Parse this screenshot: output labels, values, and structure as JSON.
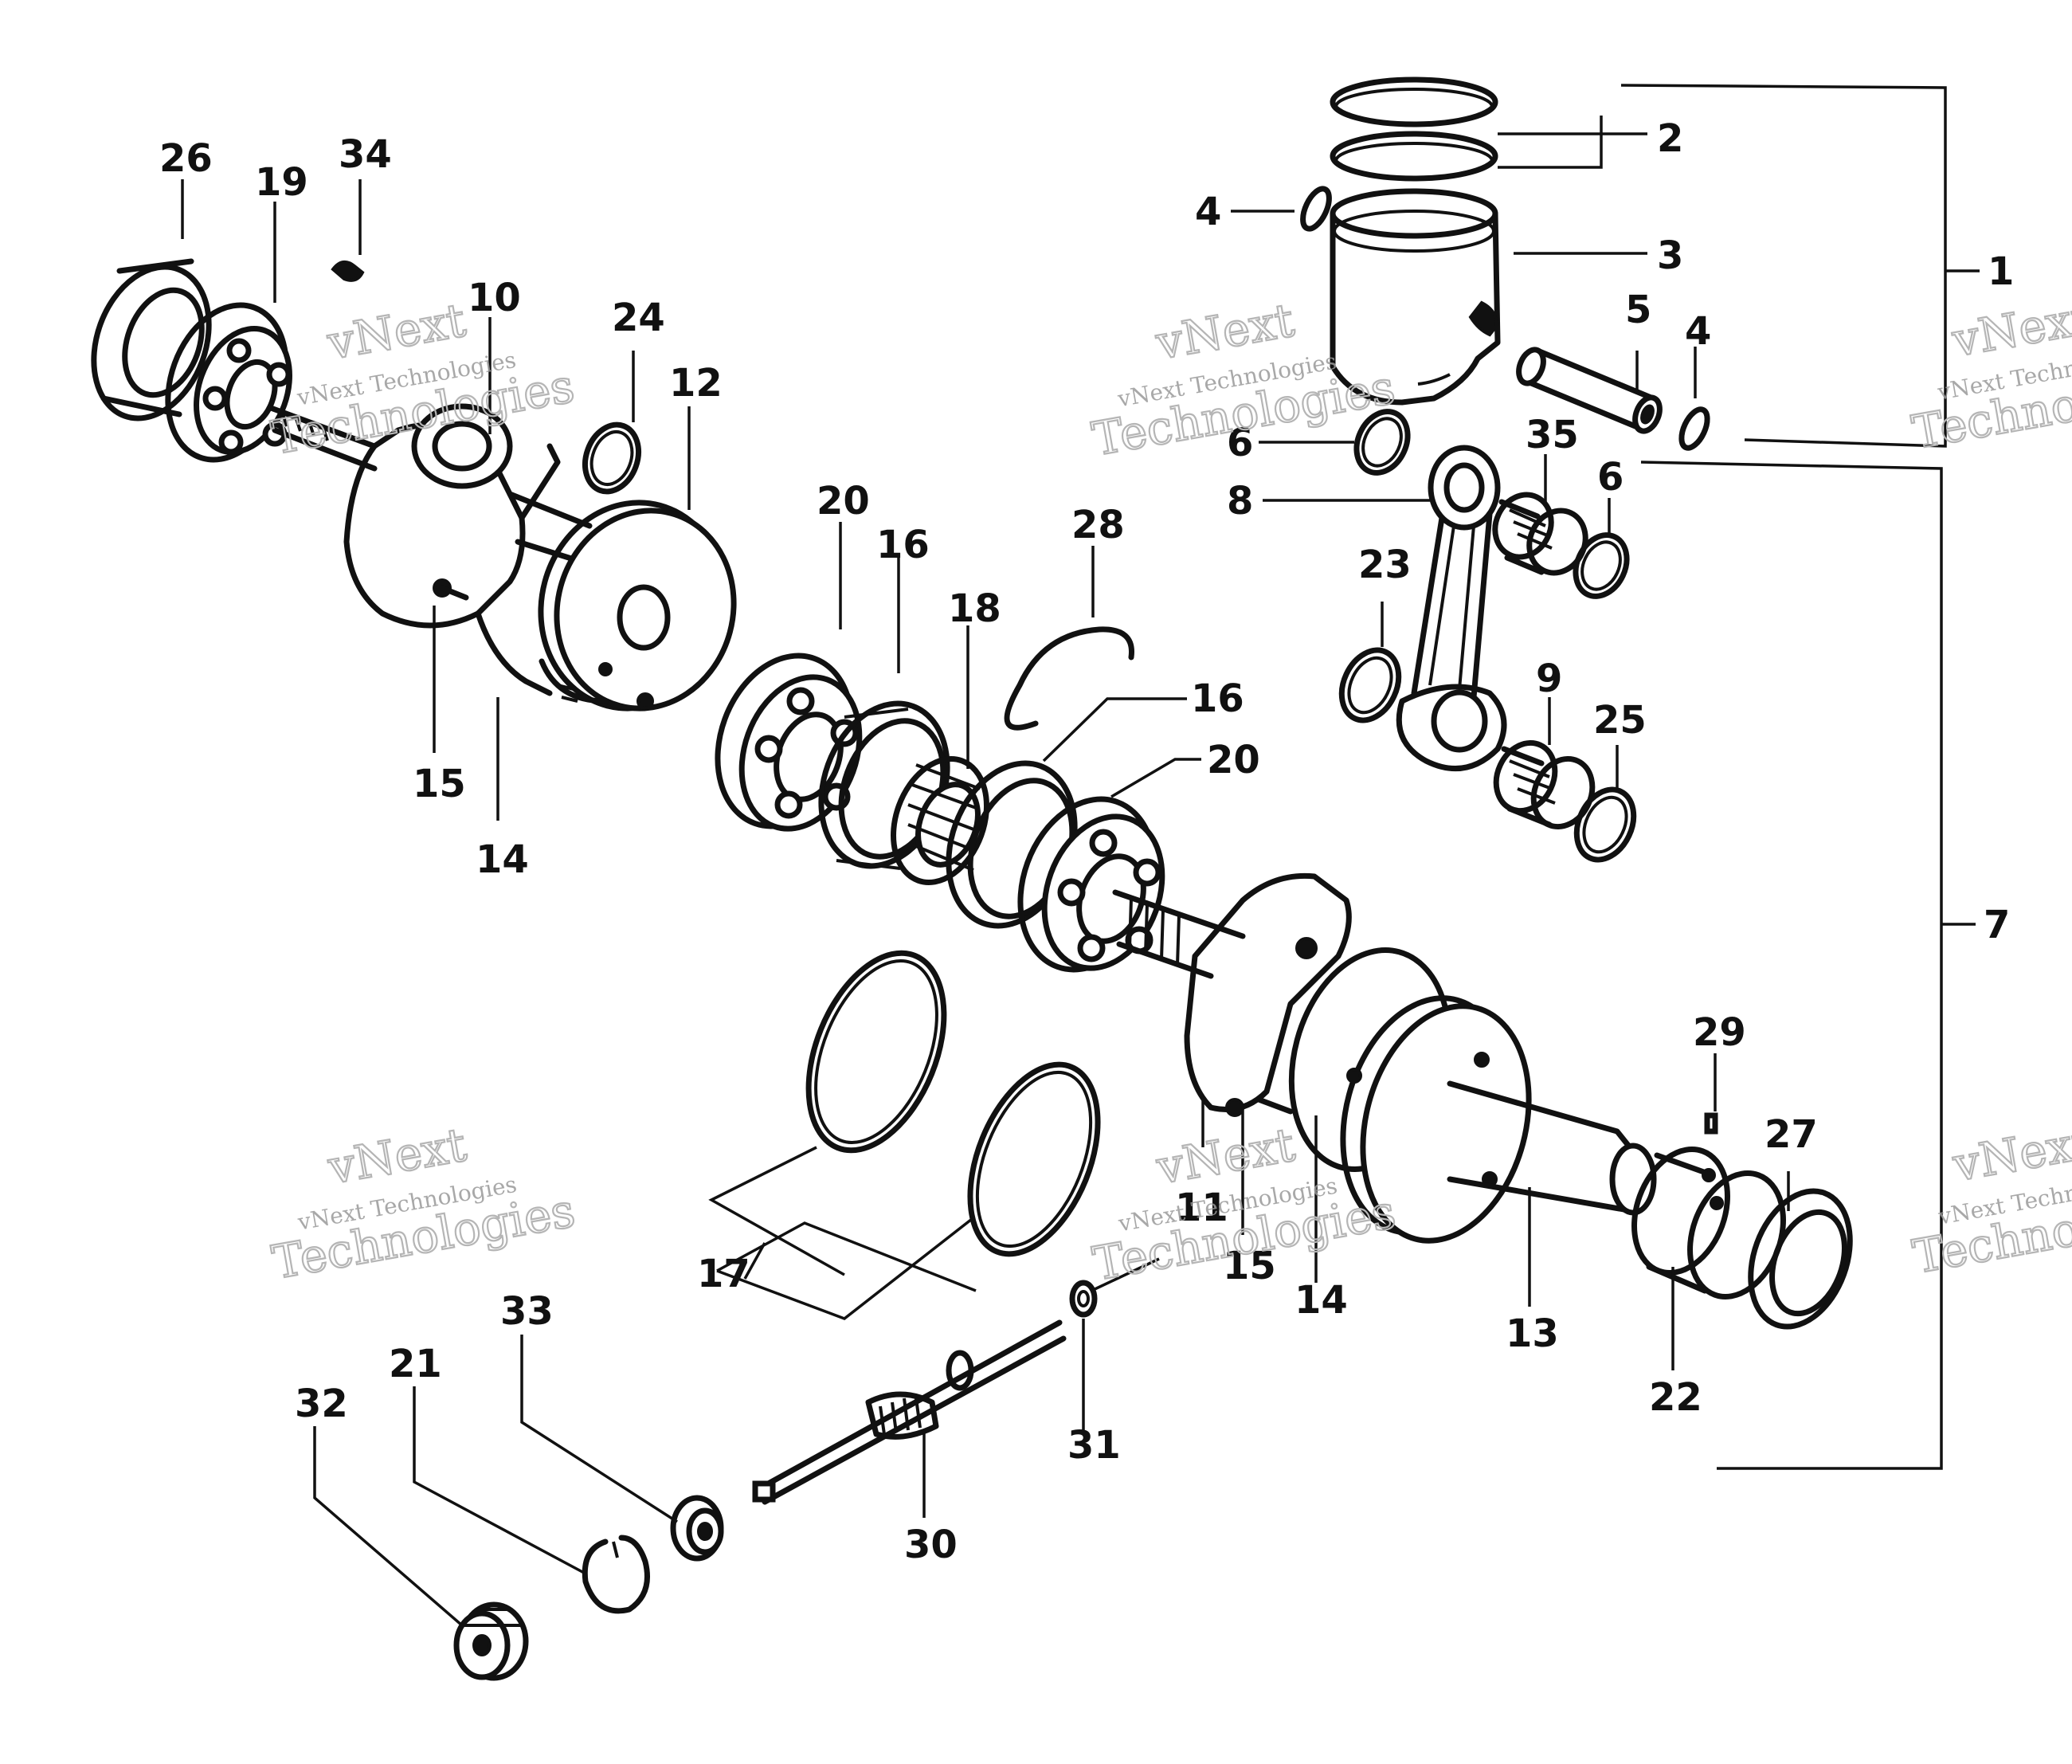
{
  "callouts": {
    "c1": "1",
    "c2": "2",
    "c3": "3",
    "c4a": "4",
    "c4b": "4",
    "c5": "5",
    "c6a": "6",
    "c6b": "6",
    "c7": "7",
    "c8": "8",
    "c9": "9",
    "c10": "10",
    "c11": "11",
    "c12": "12",
    "c13": "13",
    "c14a": "14",
    "c14b": "14",
    "c15a": "15",
    "c15b": "15",
    "c16a": "16",
    "c16b": "16",
    "c17": "17",
    "c18": "18",
    "c19": "19",
    "c20a": "20",
    "c20b": "20",
    "c21": "21",
    "c22": "22",
    "c23": "23",
    "c24": "24",
    "c25": "25",
    "c26": "26",
    "c27": "27",
    "c28": "28",
    "c29": "29",
    "c30": "30",
    "c31": "31",
    "c32": "32",
    "c33": "33",
    "c34": "34",
    "c35": "35"
  },
  "watermark": {
    "brand": "vNext",
    "company": "vNext Technologies",
    "word": "Technologies",
    "edge_brand": "vNext",
    "edge_company": "vNext Techn",
    "edge_word": "Technologies"
  }
}
